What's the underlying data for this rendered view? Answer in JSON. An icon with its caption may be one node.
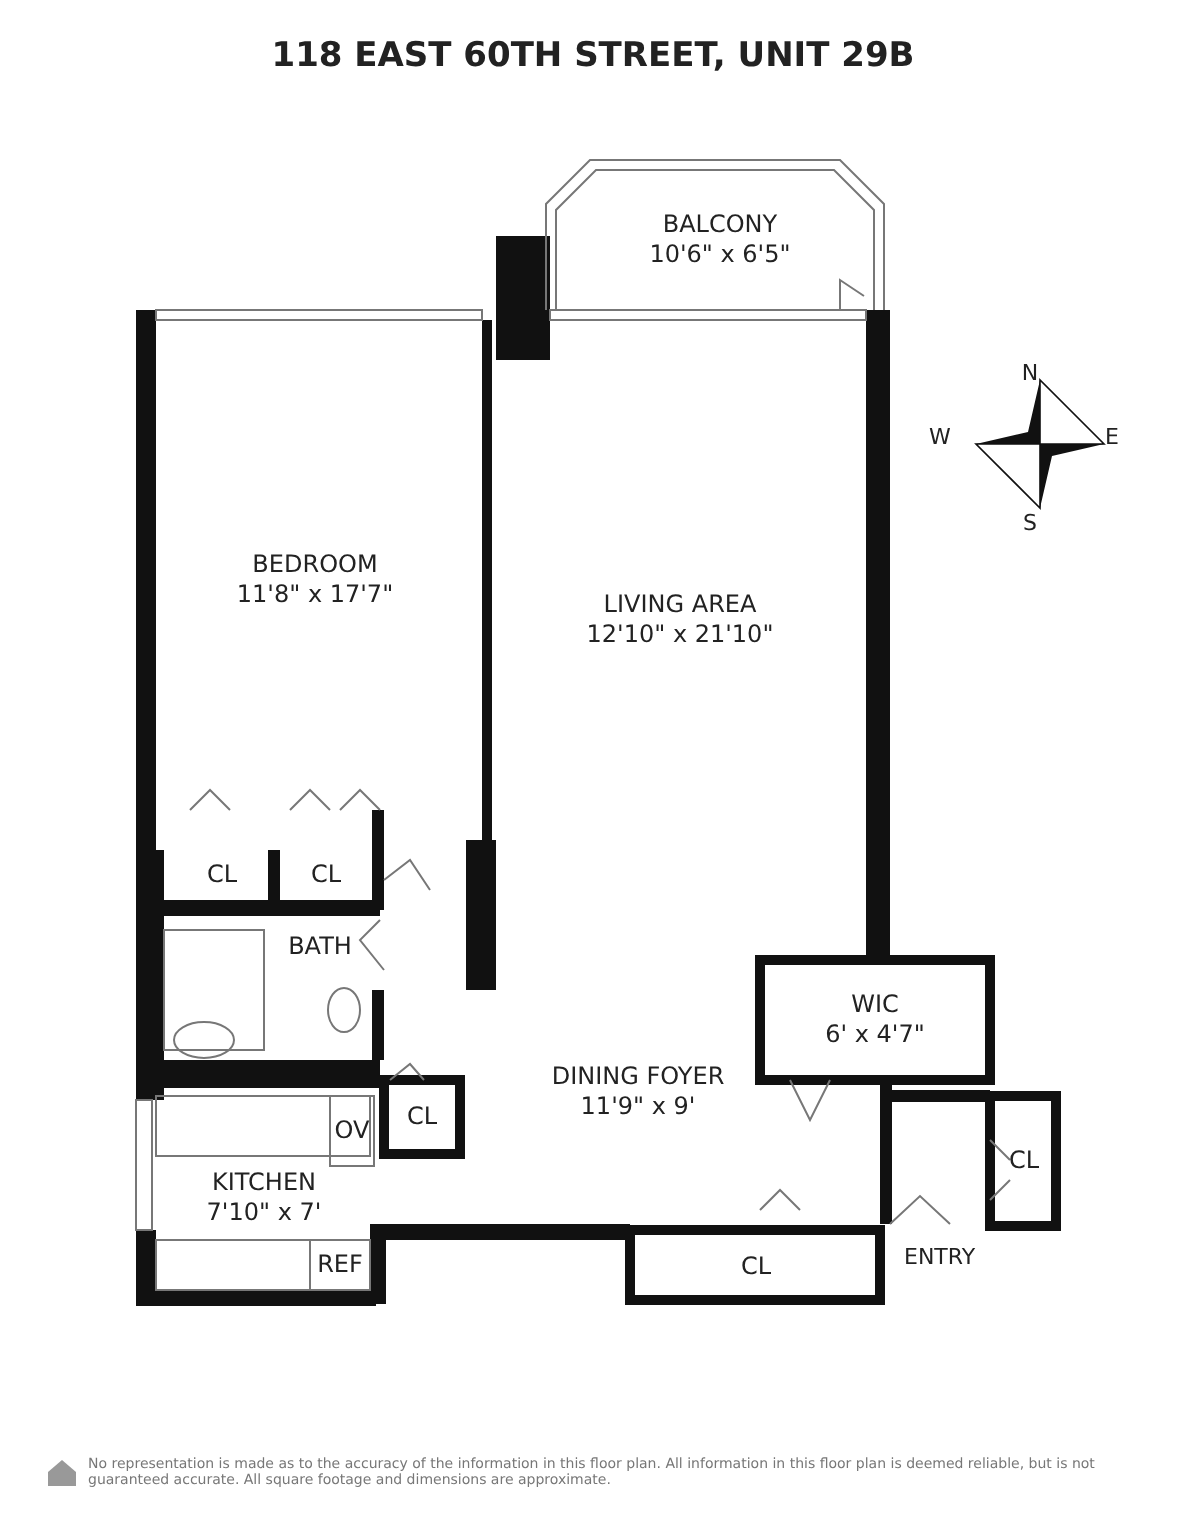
{
  "diagram": {
    "title": "118 EAST 60TH STREET, UNIT 29B",
    "nodes": [
      {
        "text": [
          "BALCONY",
          "10'6\" x 6'5\""
        ]
      },
      {
        "text": [
          "BEDROOM",
          "11'8\" x 17'7\""
        ]
      },
      {
        "text": [
          "LIVING AREA",
          "12'10\" x 21'10\""
        ]
      },
      {
        "text": [
          "CL"
        ]
      },
      {
        "text": [
          "CL"
        ]
      },
      {
        "text": [
          "BATH"
        ]
      },
      {
        "text": [
          "WIC",
          "6' x 4'7\""
        ]
      },
      {
        "text": [
          "DINING FOYER",
          "11'9\" x 9'"
        ]
      },
      {
        "text": [
          "OV"
        ]
      },
      {
        "text": [
          "CL"
        ]
      },
      {
        "text": [
          "CL"
        ]
      },
      {
        "text": [
          "KITCHEN",
          "7'10\" x 7'"
        ]
      },
      {
        "text": [
          "REF"
        ]
      },
      {
        "text": [
          "CL"
        ]
      }
    ],
    "edges": [],
    "labels": [
      "N",
      "W",
      "E",
      "S",
      "ENTRY",
      "No representation is made as to the accuracy of the information in this floor plan. All information in this floor plan is deemed reliable, but is not guaranteed accurate. All square footage and dimensions are approximate."
    ]
  }
}
